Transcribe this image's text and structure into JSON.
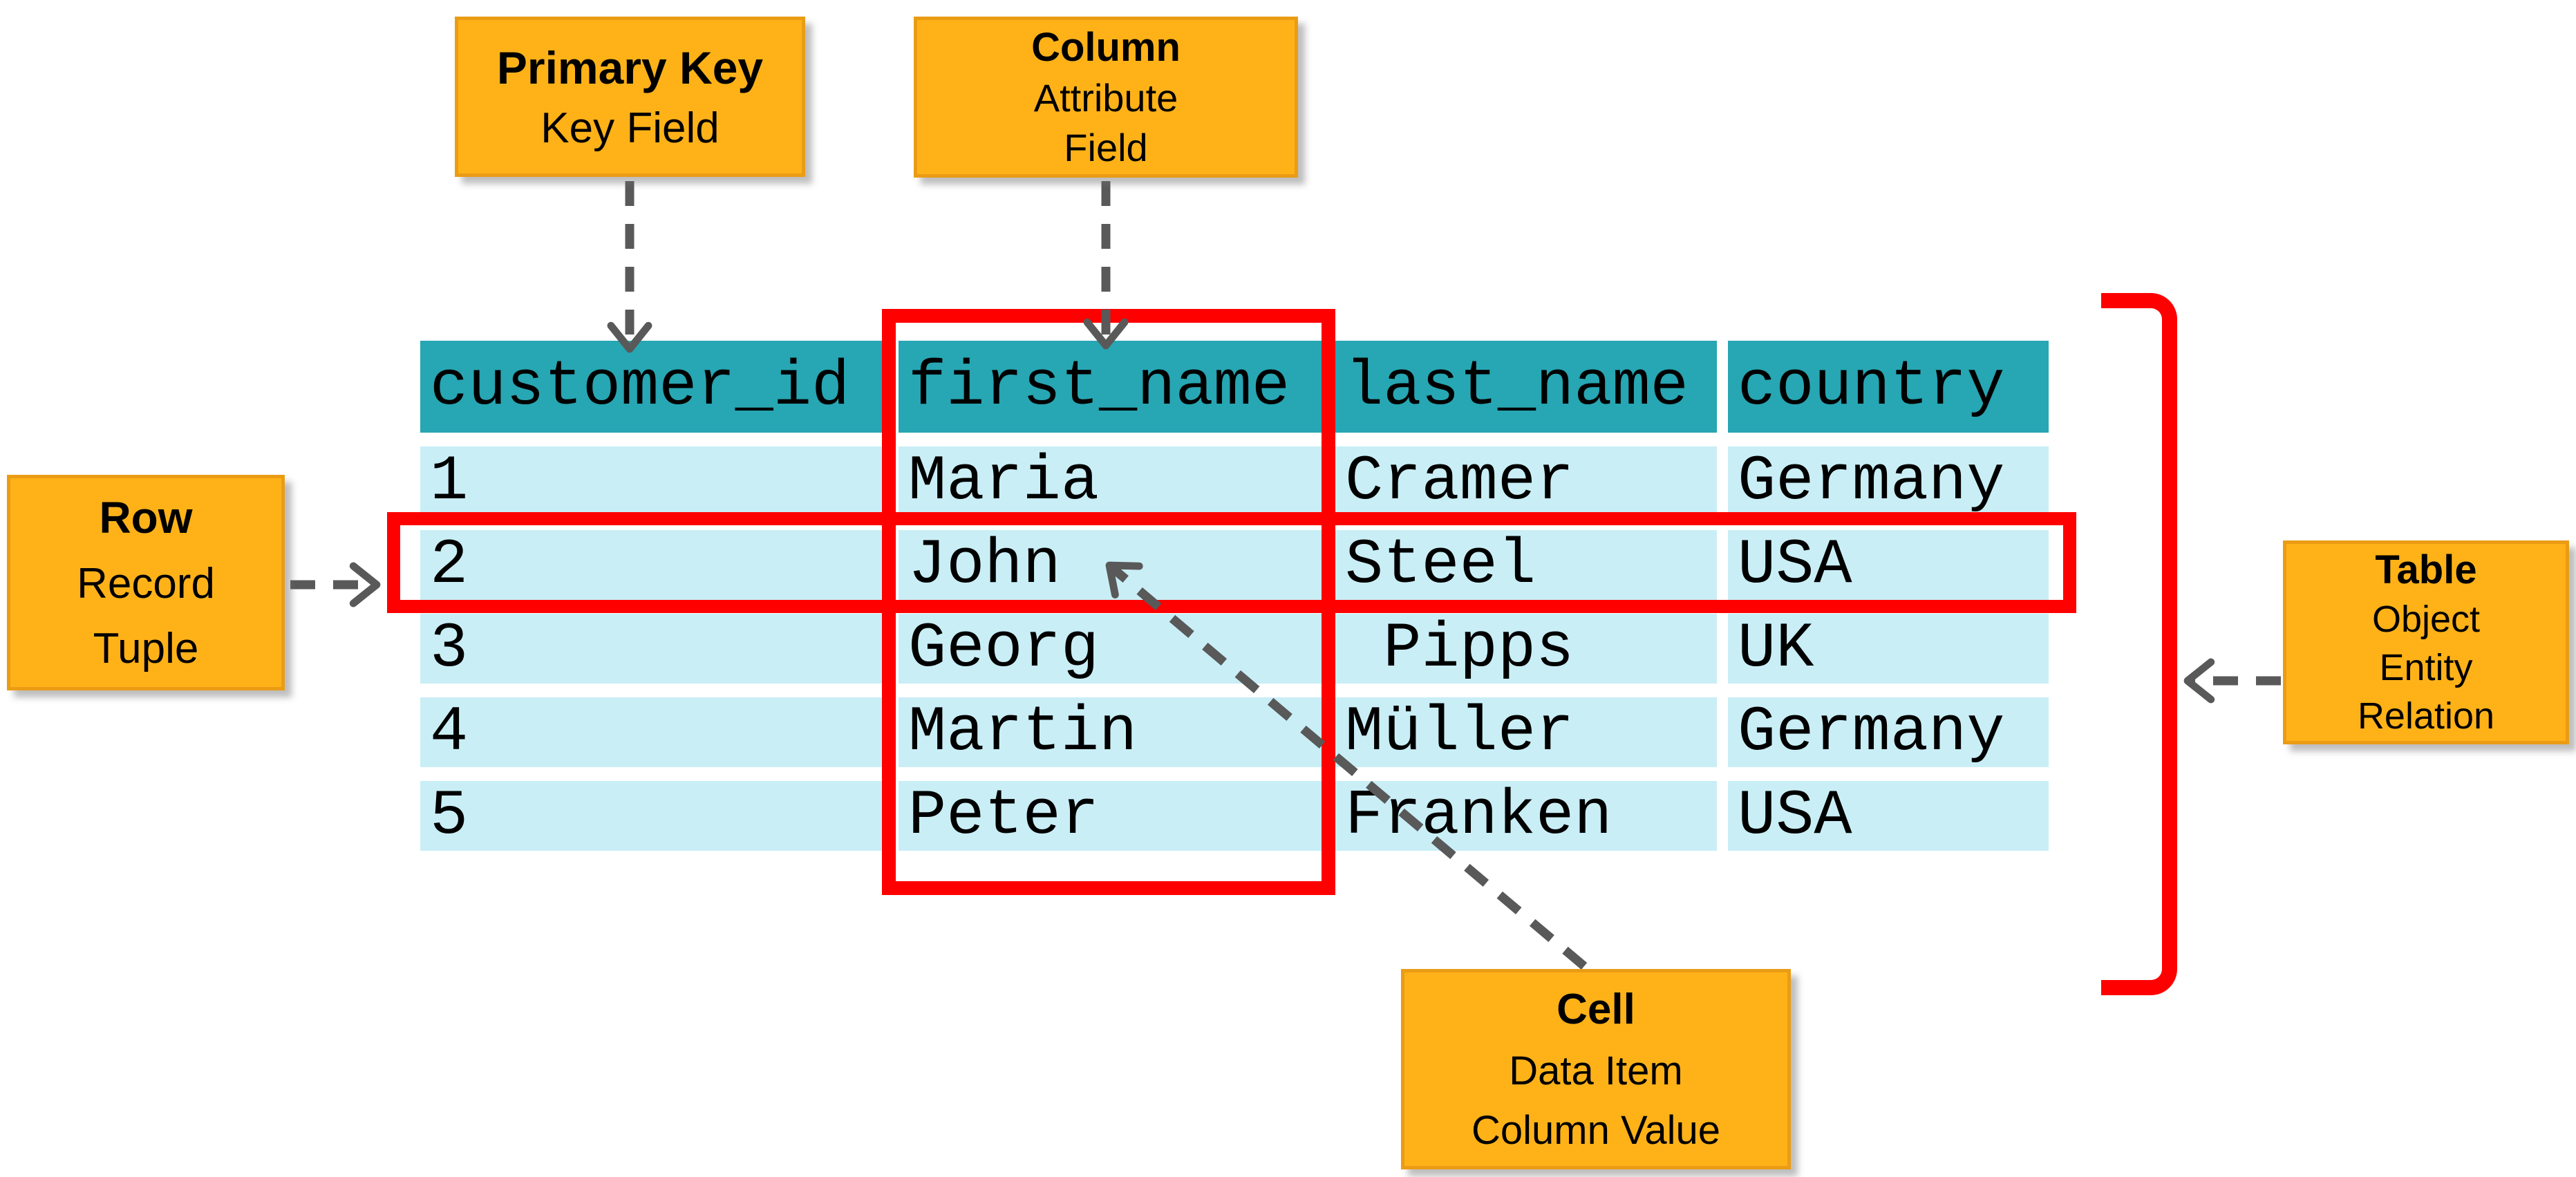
{
  "table": {
    "columns": [
      "customer_id",
      "first_name",
      "last_name",
      "country"
    ],
    "rows": [
      [
        "1",
        "Maria",
        "Cramer",
        "Germany"
      ],
      [
        "2",
        "John",
        "Steel",
        "USA"
      ],
      [
        "3",
        "Georg",
        " Pipps",
        "UK"
      ],
      [
        "4",
        "Martin",
        "Müller",
        "Germany"
      ],
      [
        "5",
        "Peter",
        "Franken",
        "USA"
      ]
    ]
  },
  "callouts": {
    "primary_key": {
      "title": "Primary Key",
      "lines": [
        "Key Field"
      ]
    },
    "column": {
      "title": "Column",
      "lines": [
        "Attribute",
        "Field"
      ]
    },
    "row": {
      "title": "Row",
      "lines": [
        "Record",
        "Tuple"
      ]
    },
    "table": {
      "title": "Table",
      "lines": [
        "Object",
        "Entity",
        "Relation"
      ]
    },
    "cell": {
      "title": "Cell",
      "lines": [
        "Data Item",
        "Column Value"
      ]
    }
  },
  "colors": {
    "callout_fill": "#ffb218",
    "callout_border": "#ea9c15",
    "header_teal": "#27a6b3",
    "row_light_blue": "#c9eef6",
    "highlight_red": "#fe0000",
    "arrow_gray": "#595959",
    "text_black": "#000000"
  }
}
